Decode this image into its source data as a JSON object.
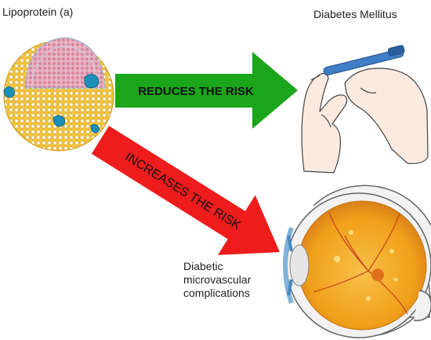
{
  "labels": {
    "lipoprotein": "Lipoprotein (a)",
    "diabetes": "Diabetes Mellitus",
    "microvascular": "Diabetic\nmicrovascular\ncomplications"
  },
  "arrows": {
    "reduces": {
      "text": "REDUCES THE RISK",
      "color": "#1aa51a"
    },
    "increases": {
      "text": "INCREASES THE RISK",
      "color": "#ee1c1c"
    }
  },
  "colors": {
    "particle_core": "#e9a2b8",
    "particle_shell": "#f0c23a",
    "particle_protein": "#1b8fb8",
    "eye_retina": "#f1a31c",
    "eye_sclera": "#f2f2f2"
  },
  "icons": {
    "particle": "lipoprotein-particle-icon",
    "hand": "hand-with-insulin-pen-icon",
    "eye": "eye-cross-section-icon"
  }
}
